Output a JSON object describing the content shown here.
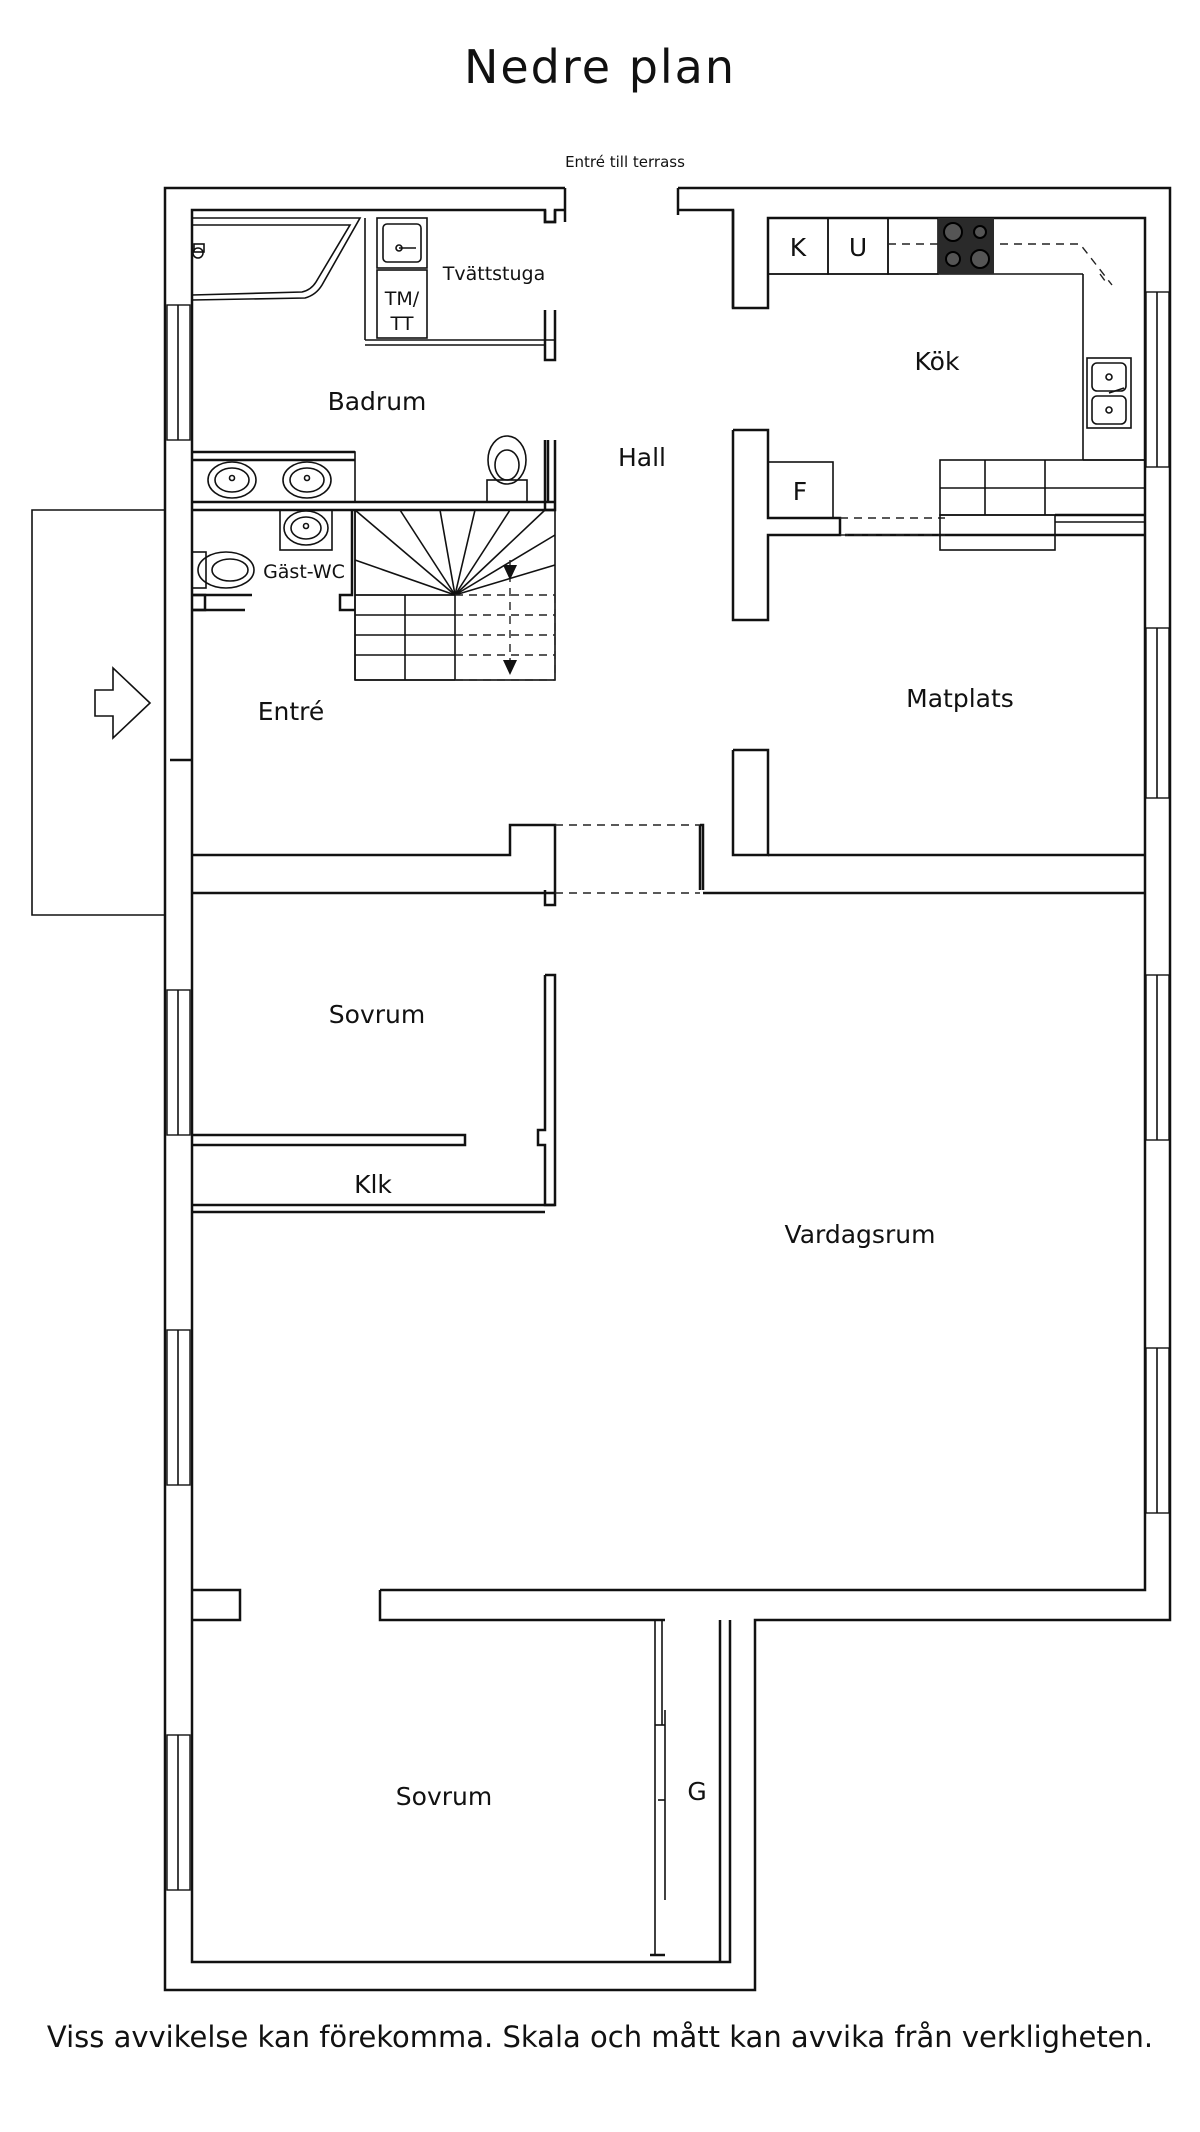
{
  "title": "Nedre plan",
  "entrance_top": "Entré till terrass",
  "rooms": {
    "kok": "Kök",
    "hall": "Hall",
    "badrum": "Badrum",
    "tvattstuga": "Tvättstuga",
    "tm_tt_1": "TM/",
    "tm_tt_2": "TT",
    "gast_wc": "Gäst-WC",
    "entre": "Entré",
    "matplats": "Matplats",
    "sovrum_top": "Sovrum",
    "klk": "Klk",
    "vardagsrum": "Vardagsrum",
    "sovrum_bottom": "Sovrum",
    "g": "G"
  },
  "fixtures": {
    "k": "K",
    "u": "U",
    "f": "F"
  },
  "disclaimer": "Viss avvikelse kan förekomma. Skala och mått kan avvika från verkligheten."
}
